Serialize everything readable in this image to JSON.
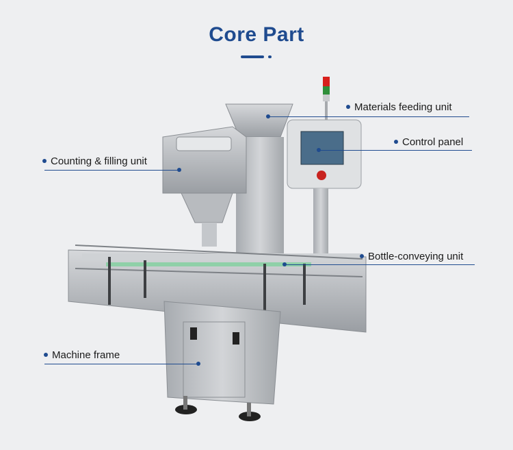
{
  "heading": "Core Part",
  "colors": {
    "accent": "#1f4b8f",
    "background": "#eeeff1",
    "steel": "#b9bcc0"
  },
  "callouts": {
    "feeding": "Materials feeding unit",
    "control": "Control panel",
    "counting": "Counting & filling unit",
    "conveying": "Bottle-conveying unit",
    "frame": "Machine frame"
  }
}
